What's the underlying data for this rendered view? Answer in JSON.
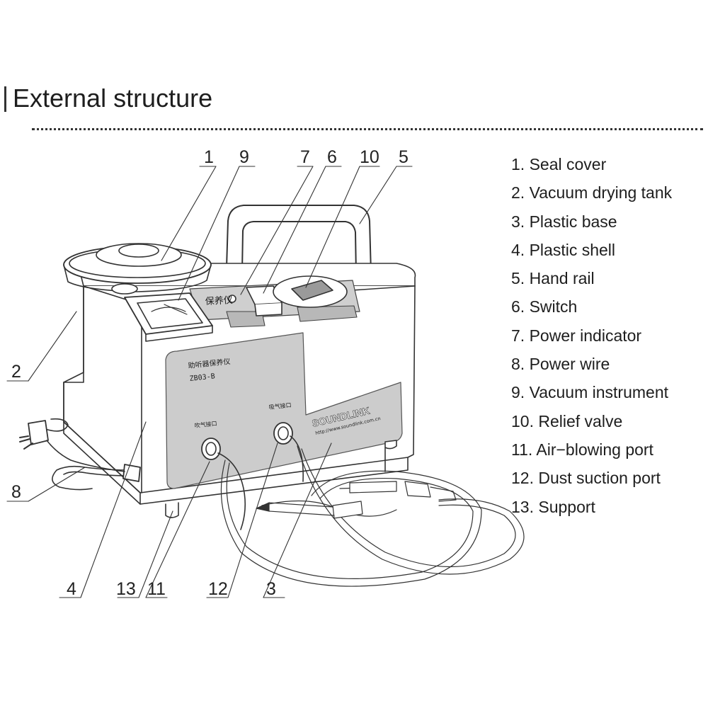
{
  "title": "External structure",
  "callout_numbers": {
    "seal_cover": "1",
    "vacuum_instrument": "9",
    "power_indicator": "7",
    "switch": "6",
    "relief_valve": "10",
    "hand_rail": "5",
    "vacuum_drying_tank": "2",
    "power_wire": "8",
    "plastic_shell": "4",
    "support": "13",
    "air_blowing_port": "11",
    "dust_suction_port": "12",
    "plastic_base": "3"
  },
  "device_labels": {
    "panel_left": "保养仪",
    "front_title": "助听器保养仪",
    "model": "ZB03-B",
    "port_left": "吹气接口",
    "port_right": "吸气接口",
    "brand": "SOUNDLINK",
    "url": "http://www.soundlink.com.cn"
  },
  "legend": [
    "1. Seal cover",
    "2. Vacuum drying tank",
    "3. Plastic base",
    "4. Plastic shell",
    "5. Hand rail",
    "6. Switch",
    "7. Power indicator",
    "8. Power wire",
    "9. Vacuum instrument",
    "10. Relief valve",
    "11. Air−blowing port",
    "12. Dust suction port",
    "13. Support"
  ],
  "colors": {
    "line": "#333333",
    "panel_gray": "#c8c8c8",
    "panel_dark": "#b4b4b4",
    "body_fill": "#ffffff"
  }
}
